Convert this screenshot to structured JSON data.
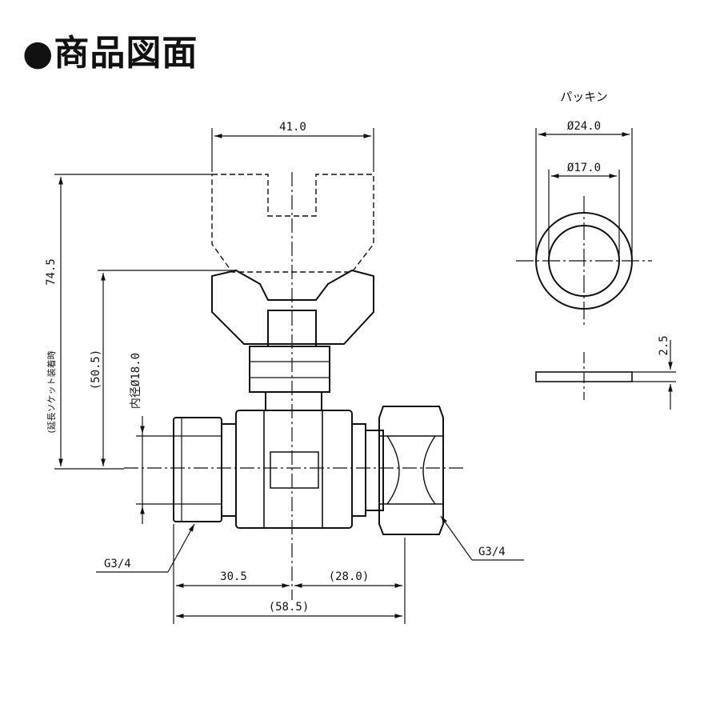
{
  "title": "●商品図面",
  "valve": {
    "dim_handle_width": "41.0",
    "dim_total_height": "74.5",
    "dim_total_height_note": "(延長ソケット装着時",
    "dim_height_paren": "(50.5)",
    "dim_inner_diameter": "内径Ø18.0",
    "dim_left": "30.5",
    "dim_right": "(28.0)",
    "dim_length": "(58.5)",
    "thread_left": "G3/4",
    "thread_right": "G3/4"
  },
  "packing": {
    "title": "パッキン",
    "dim_outer": "Ø24.0",
    "dim_inner": "Ø17.0",
    "dim_thickness": "2.5"
  }
}
